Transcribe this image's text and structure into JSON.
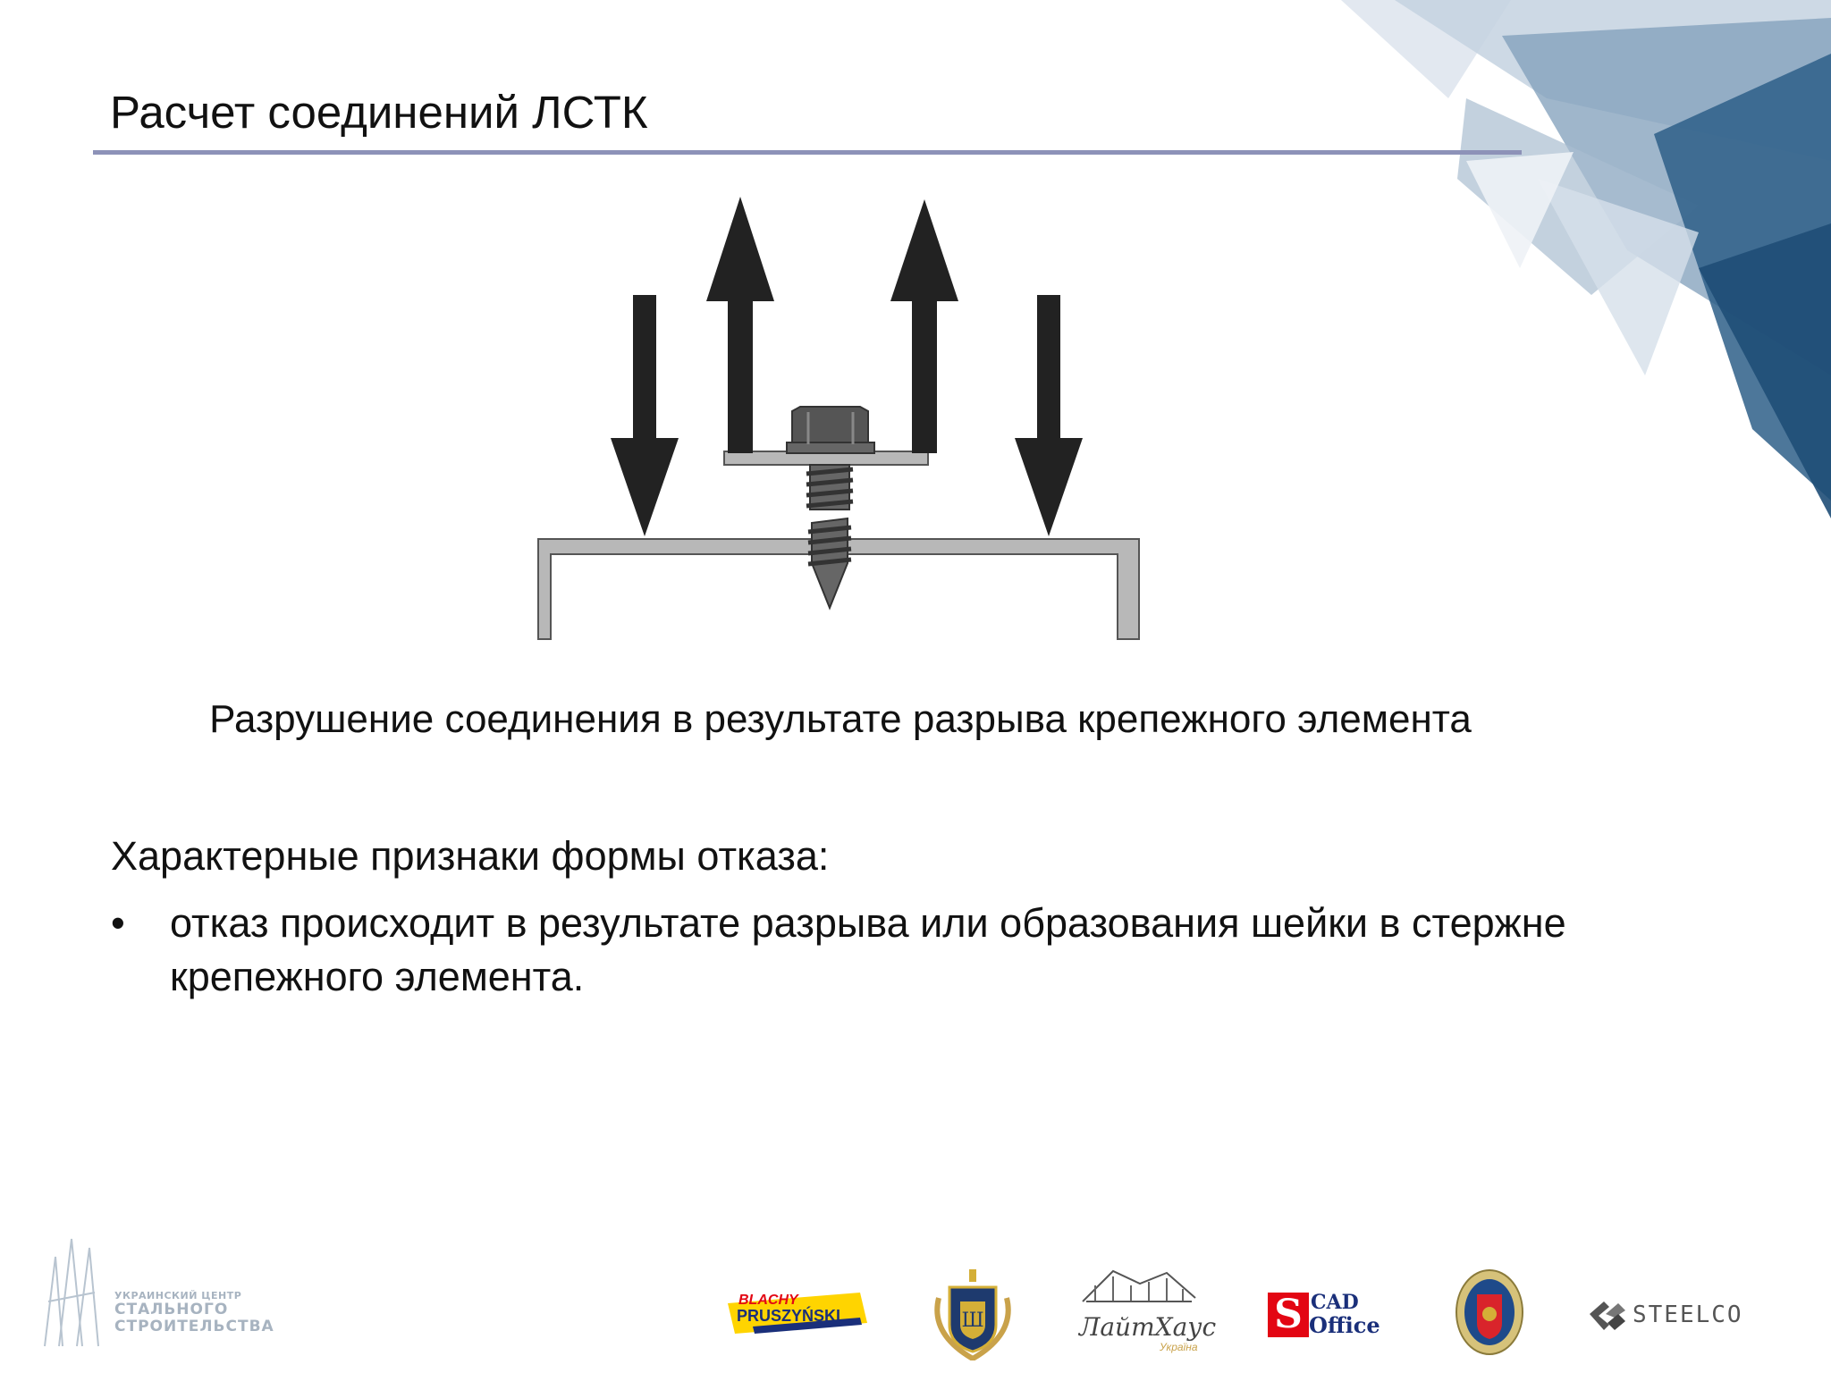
{
  "slide": {
    "title": "Расчет соединений ЛСТК",
    "caption": "Разрушение соединения в результате разрыва крепежного элемента",
    "subheading": "Характерные признаки формы отказа:",
    "bullets": [
      "отказ происходит в результате разрыва или образования шейки в стержне крепежного элемента."
    ]
  },
  "footer": {
    "organization": {
      "line1": "УКРАИНСКИЙ ЦЕНТР",
      "line2": "СТАЛЬНОГО",
      "line3": "СТРОИТЕЛЬСТВА"
    },
    "partner_logos": {
      "blachy_line1": "BLACHY",
      "blachy_line2": "PRUSZYŃSKI",
      "laithaus": "ЛайтХаус",
      "laithaus_sub": "Україна",
      "cad_top": "CAD",
      "cad_bottom": "Office",
      "steelco": "STEELCO"
    }
  },
  "colors": {
    "title_rule": "#8d92b8",
    "deco_blue": "#2e5f88",
    "org_gray": "#a7b3c0"
  }
}
